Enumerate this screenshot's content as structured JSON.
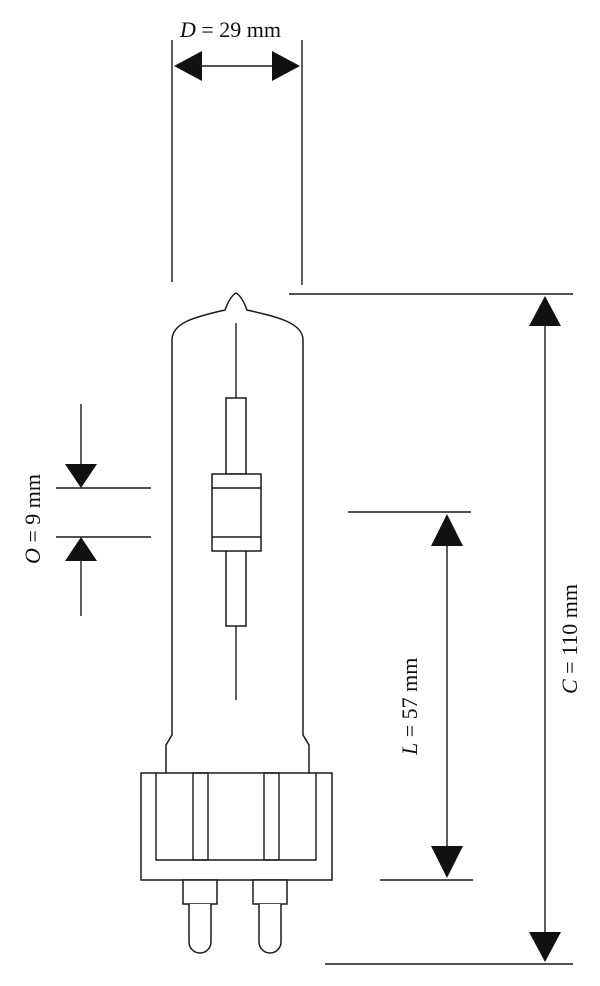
{
  "dimensions": {
    "D": {
      "symbol": "D",
      "text": " = 29 mm"
    },
    "O": {
      "symbol": "O",
      "text": " = 9 mm"
    },
    "L": {
      "symbol": "L",
      "text": " = 57 mm"
    },
    "C": {
      "symbol": "C",
      "text": " = 110 mm"
    }
  }
}
